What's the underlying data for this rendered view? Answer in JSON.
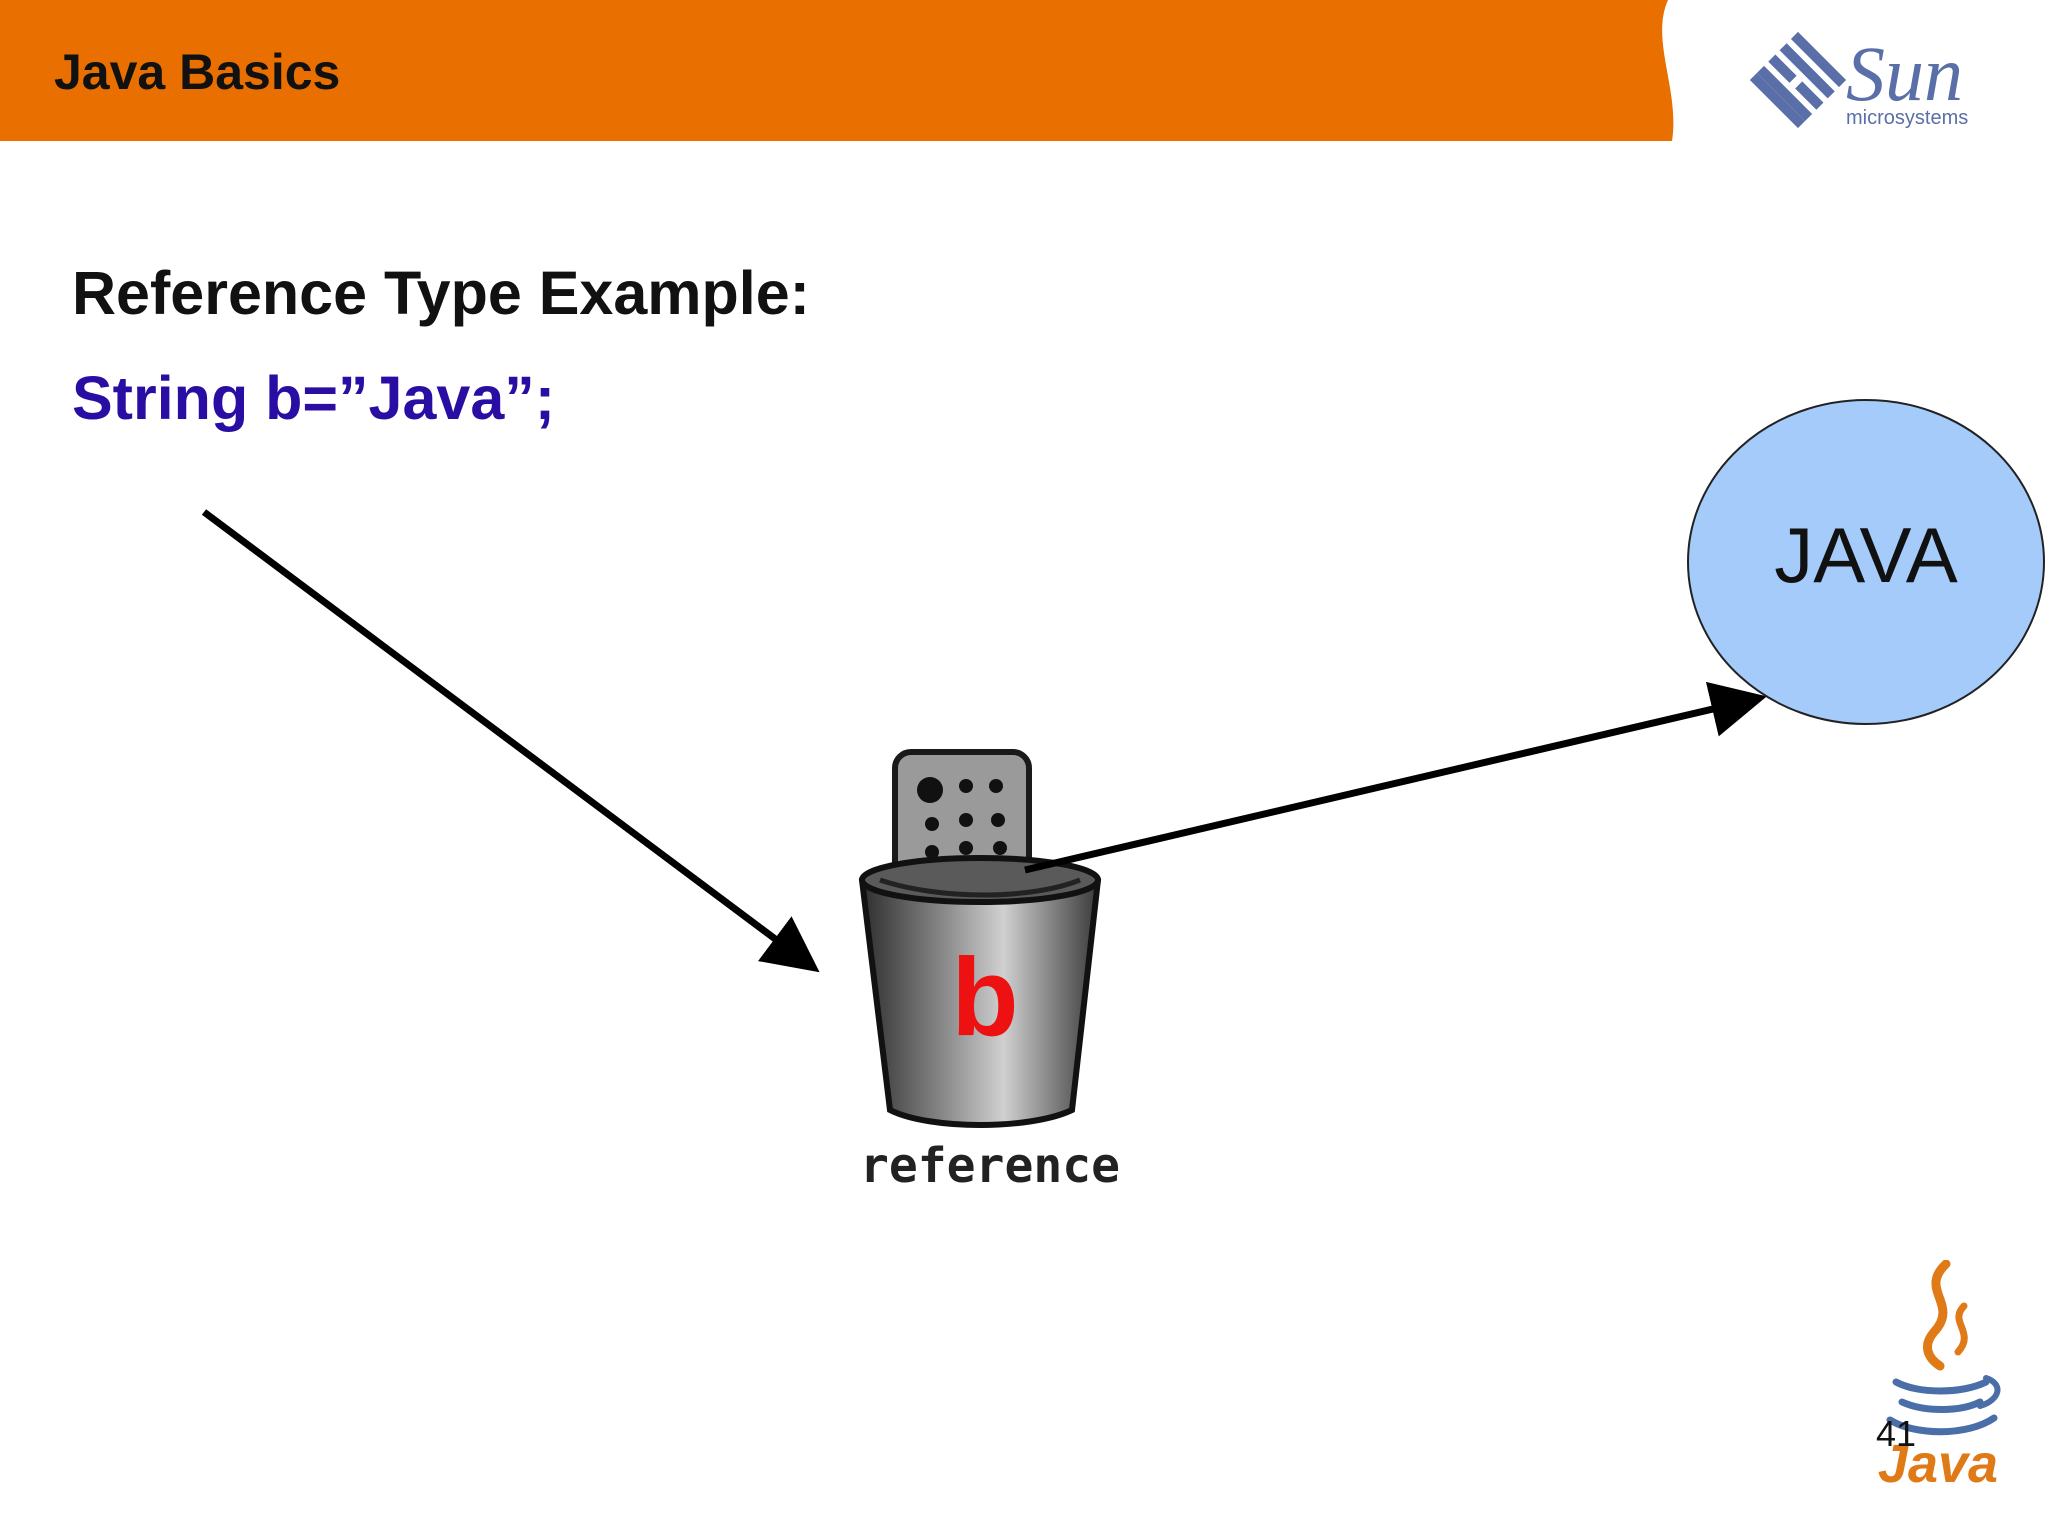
{
  "header": {
    "title": "Java Basics",
    "bar_color": "#e86f00"
  },
  "logos": {
    "sun": {
      "name": "Sun",
      "tagline": "microsystems",
      "color": "#5a6fa8"
    },
    "java": {
      "name": "Java",
      "cup_color": "#4a6ea8",
      "steam_color": "#e07a16"
    }
  },
  "slide": {
    "heading": "Reference Type Example:",
    "code": "String b=”Java”;",
    "page_number": "41"
  },
  "diagram": {
    "reference_variable": "b",
    "reference_caption": "reference",
    "object_value": "JAVA",
    "object_fill": "#a4cbfa",
    "variable_color": "#ee1111"
  }
}
